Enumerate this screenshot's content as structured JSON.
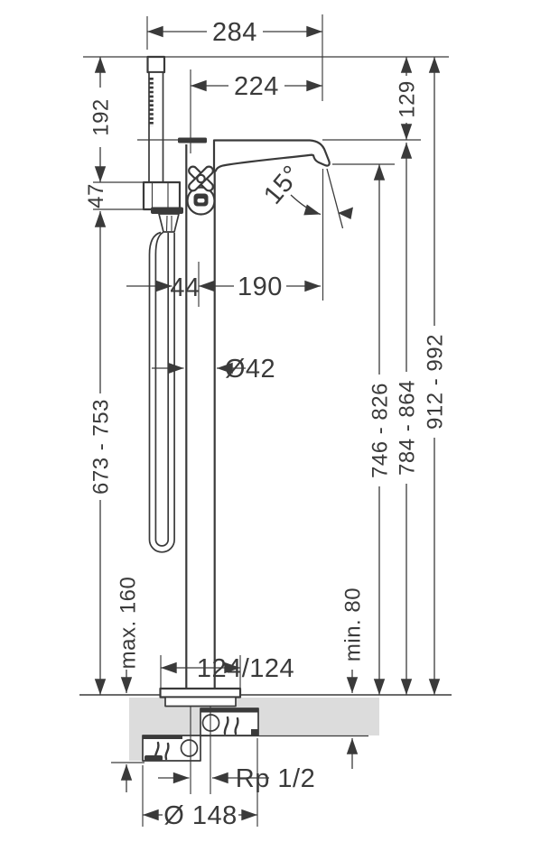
{
  "drawing": {
    "type": "technical-dimension-drawing",
    "subject": "floor-standing bath mixer with hand shower and hose, section through floor mounting flange",
    "colors": {
      "line": "#3a3a3a",
      "floor_fill": "#dcdcdc",
      "background": "#ffffff"
    },
    "dimensions": {
      "overall_width": "284",
      "spout_reach": "224",
      "hand_shower_height": "192",
      "spout_height_drop": "129",
      "holder_height": "47",
      "spout_angle": "15°",
      "hose_to_riser": "44",
      "riser_to_outlet": "190",
      "riser_diameter": "Ø42",
      "holder_height_range": "673 - 753",
      "outlet_height_range": "746 - 826",
      "spout_top_height_range": "784 - 864",
      "overall_height_range": "912 - 992",
      "max_installation_depth": "max. 160",
      "min_installation_depth": "min. 80",
      "base_plate_size": "124/124",
      "connection_thread": "Rp 1/2",
      "flange_diameter": "Ø 148"
    }
  }
}
